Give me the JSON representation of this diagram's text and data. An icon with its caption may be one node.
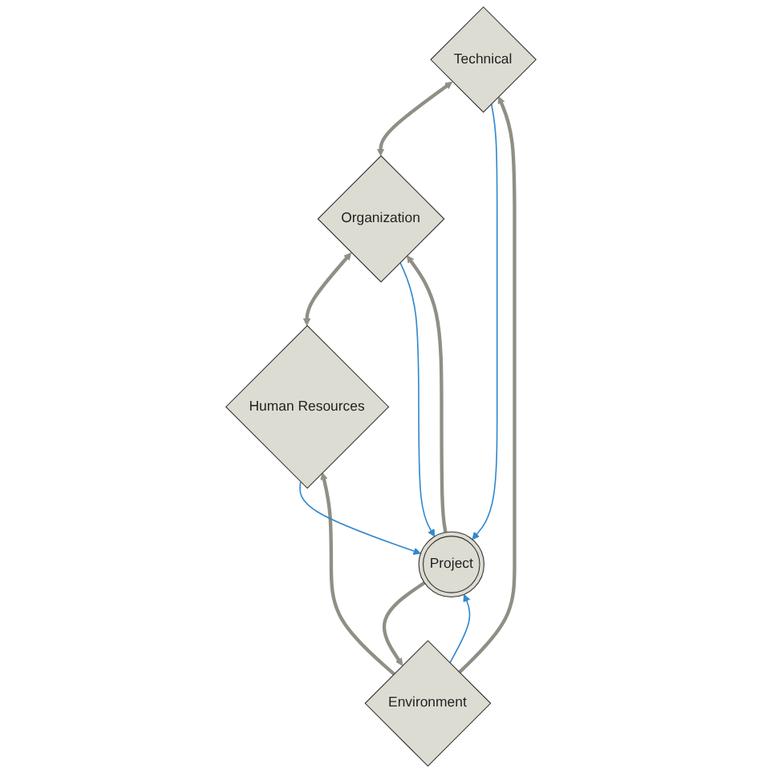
{
  "diagram": {
    "nodes": [
      {
        "text": [
          "Technical"
        ]
      },
      {
        "text": [
          "Organization"
        ]
      },
      {
        "text": [
          "Project"
        ]
      },
      {
        "text": [
          "Environment"
        ]
      },
      {
        "text": [
          "Human Resources"
        ]
      }
    ],
    "edges": [
      {
        "from": 0,
        "to": 1,
        "arrow": "both"
      },
      {
        "from": 3,
        "to": 0,
        "arrow": "to"
      },
      {
        "from": 2,
        "to": 1,
        "arrow": "to"
      },
      {
        "from": 2,
        "to": 3,
        "arrow": "to"
      },
      {
        "from": 1,
        "to": 4,
        "arrow": "both"
      },
      {
        "from": 3,
        "to": 4,
        "arrow": "to"
      },
      {
        "from": 0,
        "to": 2,
        "arrow": "to",
        "color": "#3388cc"
      },
      {
        "from": 1,
        "to": 2,
        "arrow": "to",
        "color": "#3388cc"
      },
      {
        "from": 3,
        "to": 2,
        "arrow": "to",
        "color": "#3388cc"
      },
      {
        "from": 4,
        "to": 2,
        "arrow": "to",
        "color": "#3388cc"
      }
    ]
  }
}
